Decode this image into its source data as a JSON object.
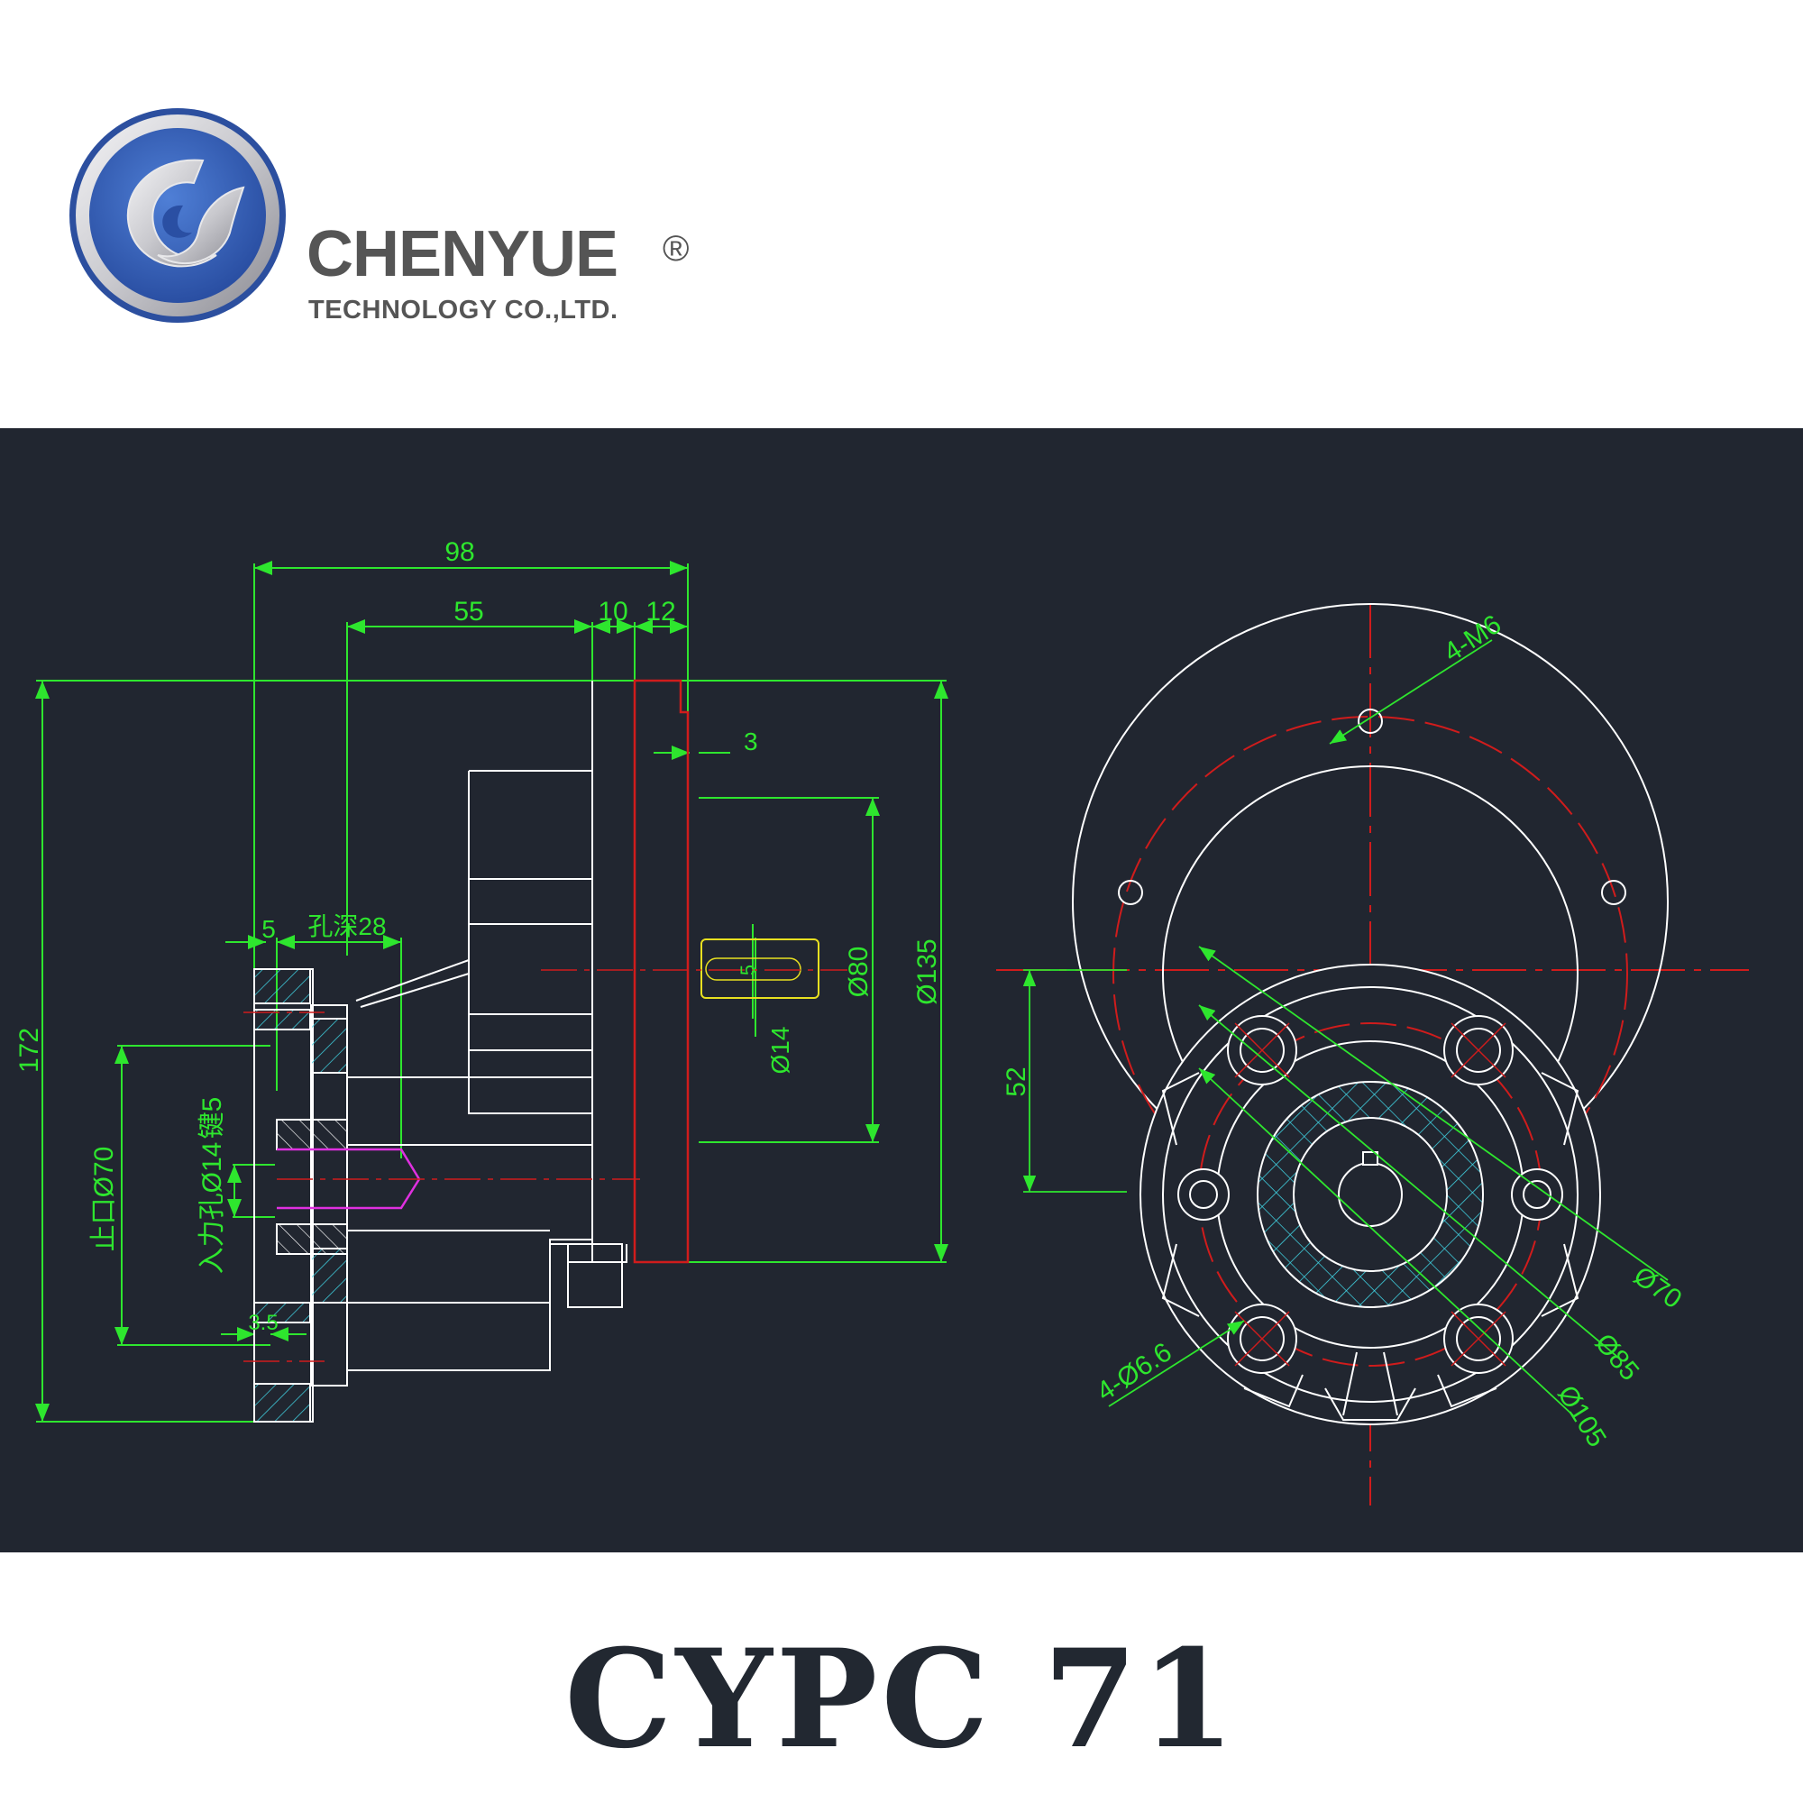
{
  "header": {
    "brand_name": "CHENYUE",
    "registered_mark": "®",
    "company_subtitle": "TECHNOLOGY CO.,LTD.",
    "logo_icon": "cy-swirl-logo-icon",
    "colors": {
      "logo_blue": "#3b63b8",
      "logo_silver": "#c8c8cc",
      "brand_text": "#555555"
    }
  },
  "drawing": {
    "background": "#212630",
    "colors": {
      "dimension": "#2ee62e",
      "outline": "#ffffff",
      "centerline": "#d01c1c",
      "hatch": "#3fd0e0",
      "bore": "#e030e0",
      "shaft": "#e8e020"
    },
    "side_view": {
      "dimensions": {
        "overall_length": "98",
        "body_length": "55",
        "flange_step": "10",
        "flange_thickness": "12",
        "shaft_offset": "3",
        "overall_height": "172",
        "input_flange_step": "5",
        "hole_depth": "孔深28",
        "pilot_diameter": "止口Ø70",
        "input_bore": "入力孔Ø14",
        "input_key": "键5",
        "pilot_depth": "3.5",
        "shaft_diameter": "Ø14",
        "shaft_key": "5",
        "output_pilot": "Ø80",
        "output_flange": "Ø135"
      }
    },
    "end_view": {
      "dimensions": {
        "tapped_holes": "4-M6",
        "center_offset": "52",
        "through_holes": "4-Ø6.6",
        "bore_circle": "Ø70",
        "pcd_inner": "Ø85",
        "pcd_outer": "Ø105"
      }
    }
  },
  "footer": {
    "model_name": "CYPC 71",
    "text_color": "#222831"
  }
}
